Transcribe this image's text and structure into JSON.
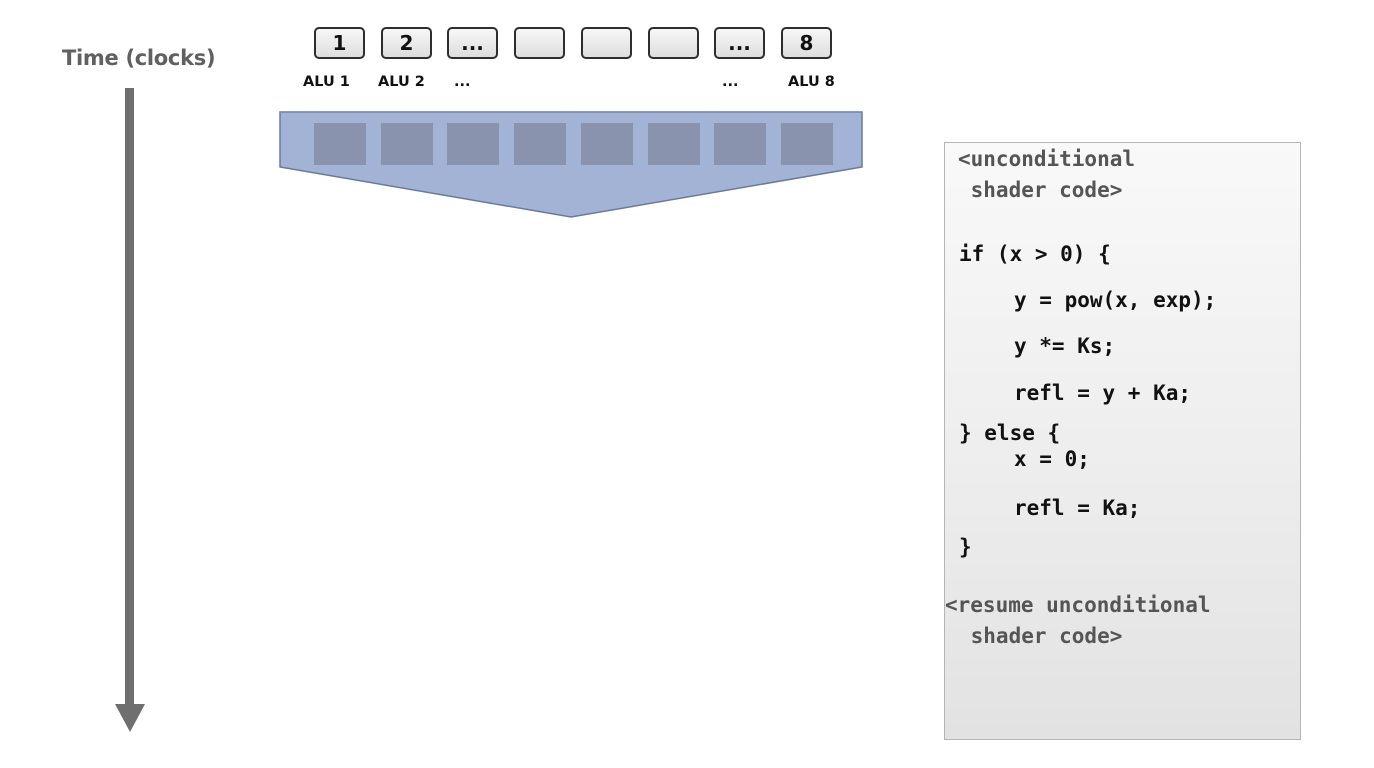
{
  "time_axis": {
    "label": "Time (clocks)"
  },
  "alu_boxes": [
    "1",
    "2",
    "...",
    "",
    "",
    "",
    "...",
    "8"
  ],
  "alu_labels": {
    "alu1": "ALU 1",
    "alu2": "ALU 2",
    "dots_left": "...",
    "dots_right": "...",
    "alu8": "ALU 8"
  },
  "colors": {
    "bar_fill": "#a3b3d6",
    "bar_stroke": "#6a7a9c",
    "cell_fill": "#8a93ad",
    "axis": "#6f6f6f"
  },
  "code": {
    "unconditional_line1": "<unconditional",
    "unconditional_line2": " shader code>",
    "if_line": "if (x > 0) {",
    "pow_line": "y = pow(x, exp);",
    "ks_line": "y *= Ks;",
    "refl1_line": "refl = y + Ka;",
    "else_line": "} else {",
    "x0_line": "x = 0;",
    "refl2_line": "refl = Ka;",
    "close_line": "}",
    "resume_line1": "<resume unconditional",
    "resume_line2": " shader code>"
  }
}
